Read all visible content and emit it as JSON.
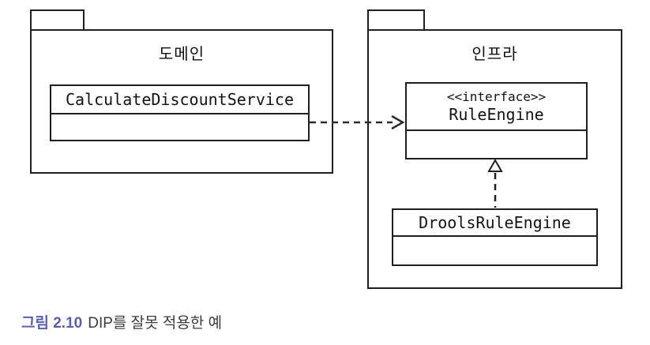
{
  "diagram": {
    "type": "uml-package-diagram",
    "packages": [
      {
        "label": "도메인",
        "classes": [
          {
            "name": "CalculateDiscountService",
            "stereotype": ""
          }
        ]
      },
      {
        "label": "인프라",
        "classes": [
          {
            "name": "RuleEngine",
            "stereotype": "<<interface>>"
          },
          {
            "name": "DroolsRuleEngine",
            "stereotype": ""
          }
        ]
      }
    ],
    "relationships": [
      {
        "type": "dependency",
        "from": "CalculateDiscountService",
        "to": "RuleEngine",
        "line": "dashed",
        "head": "open-arrow"
      },
      {
        "type": "realization",
        "from": "DroolsRuleEngine",
        "to": "RuleEngine",
        "line": "dashed",
        "head": "hollow-triangle"
      }
    ]
  },
  "caption": {
    "label": "그림 2.10",
    "text": "DIP를 잘못 적용한 예"
  },
  "colors": {
    "line": "#1f1f1f",
    "caption_label": "#5a5eae",
    "caption_text": "#3c3c3c",
    "background": "#ffffff"
  }
}
